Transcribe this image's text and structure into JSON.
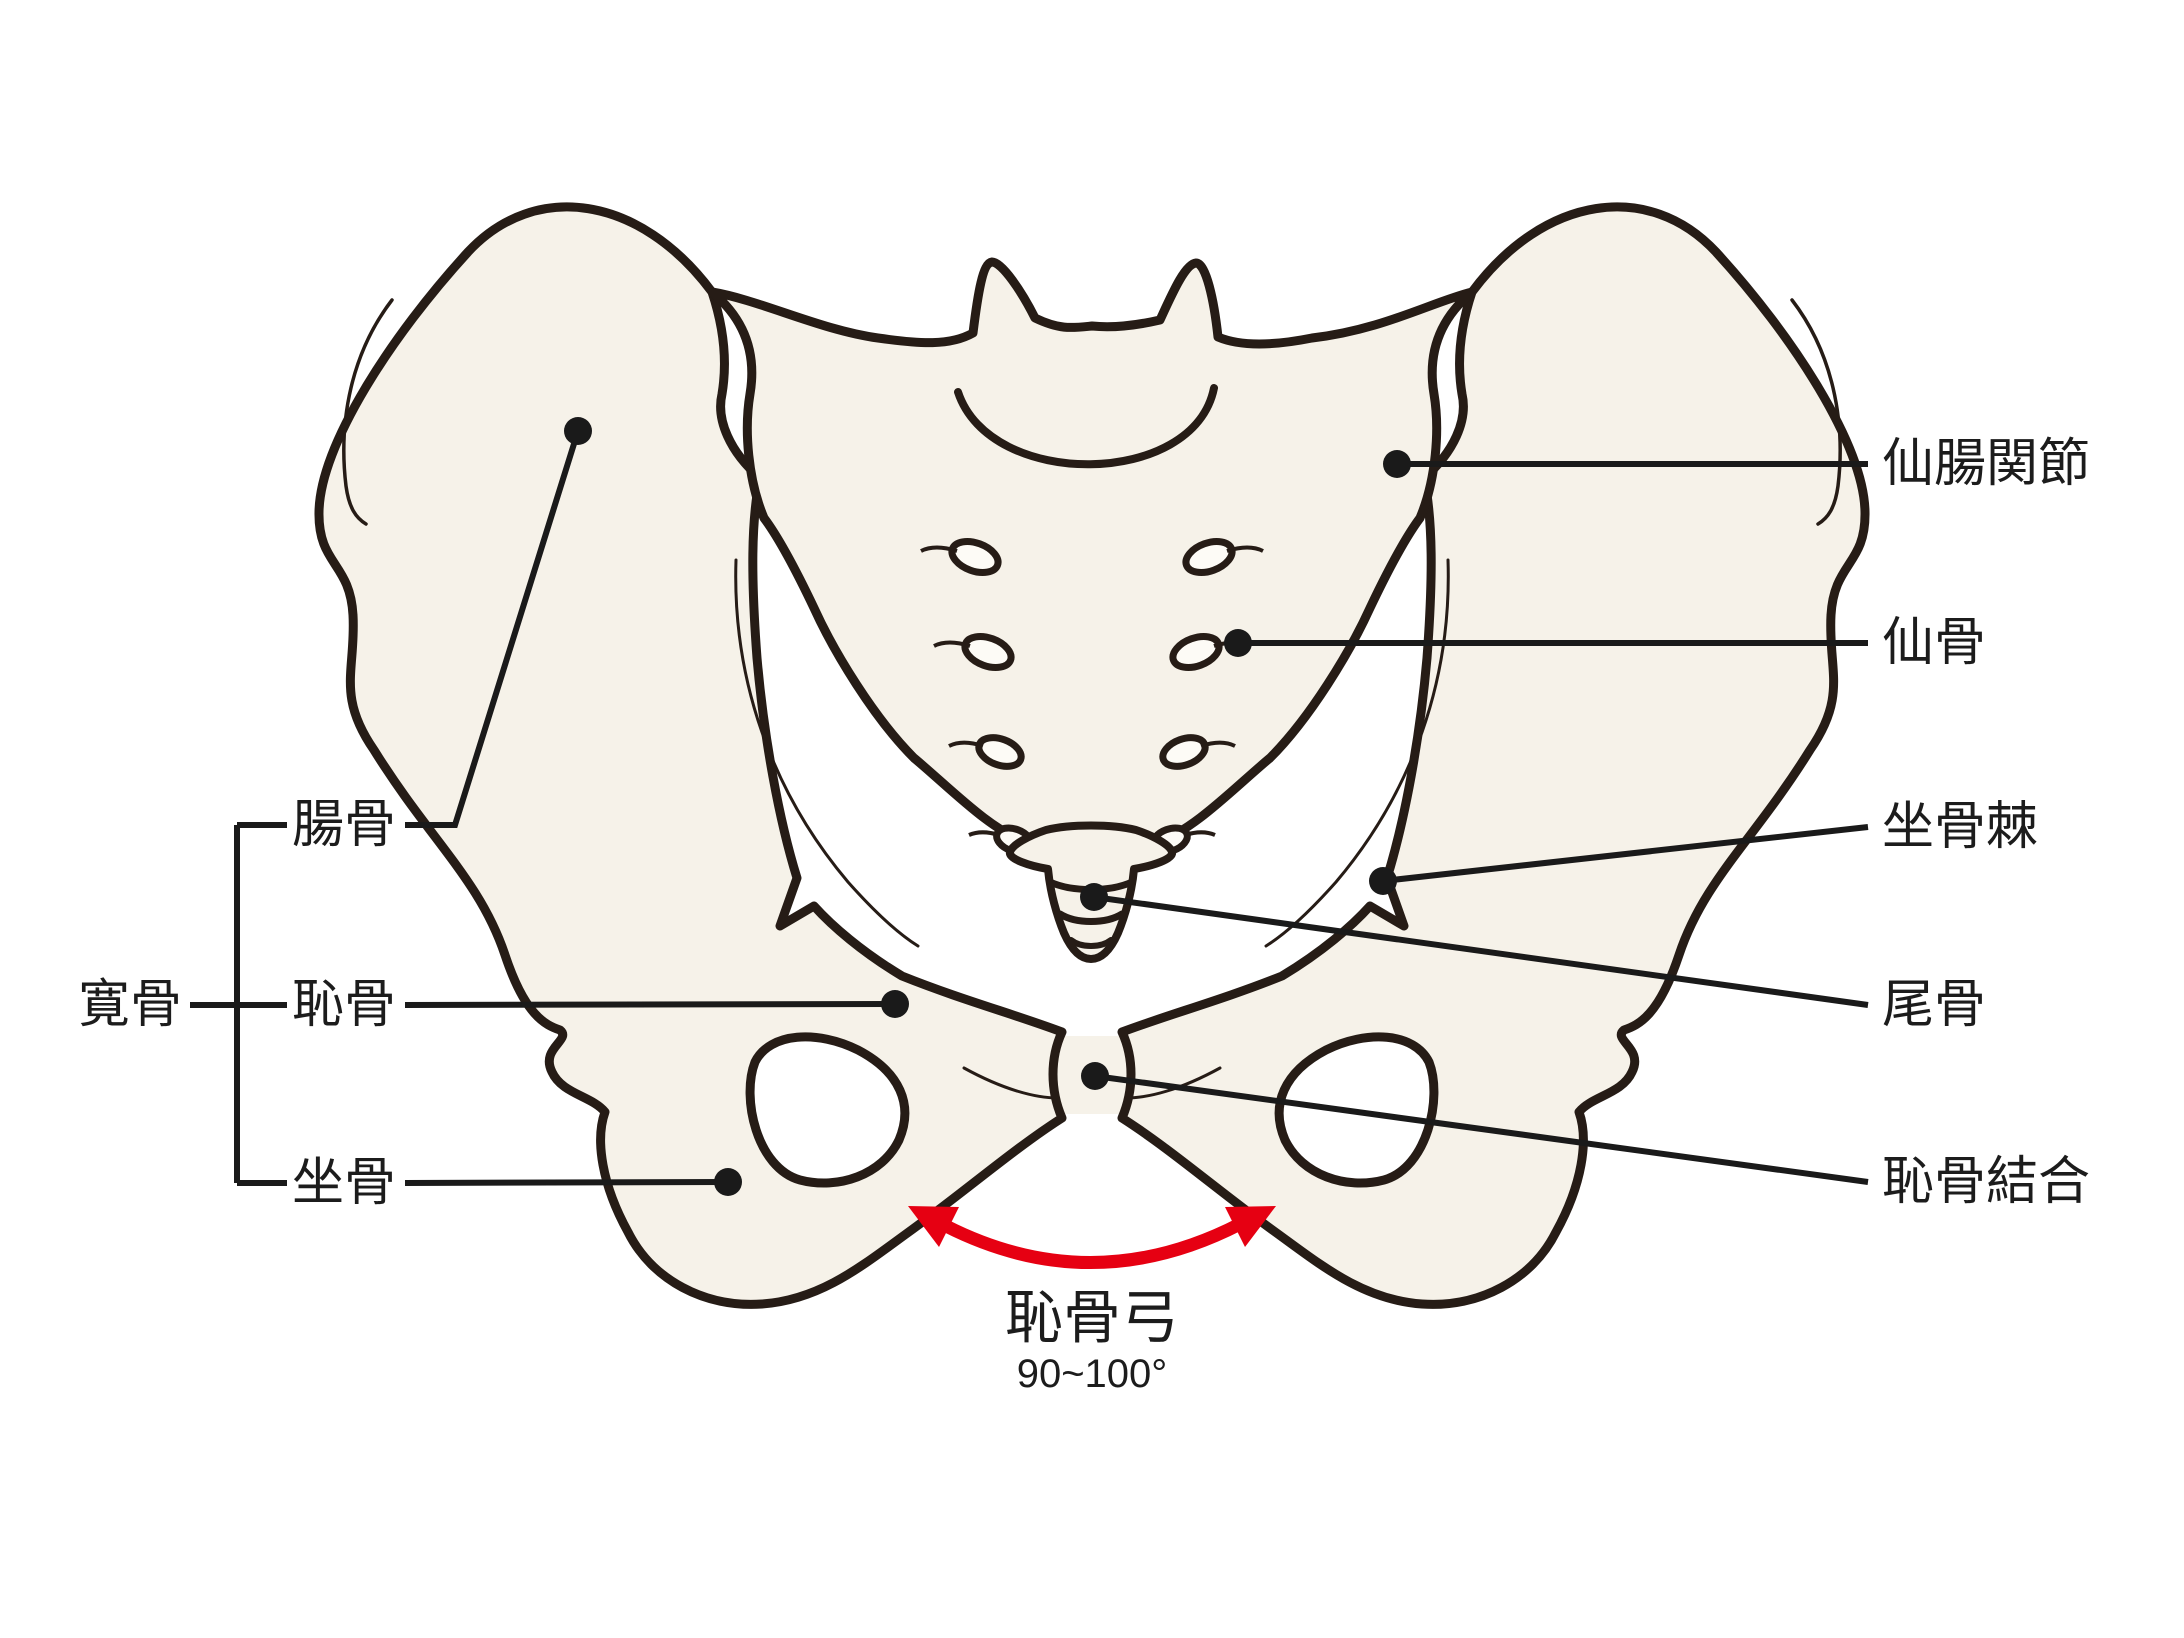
{
  "labels": {
    "sacroiliac_joint": {
      "text": "仙腸関節"
    },
    "sacrum": {
      "text": "仙骨"
    },
    "ischial_spine": {
      "text": "坐骨棘"
    },
    "coccyx": {
      "text": "尾骨"
    },
    "pubic_symphysis": {
      "text": "恥骨結合"
    },
    "hip_bone": {
      "text": "寛骨"
    },
    "ilium": {
      "text": "腸骨"
    },
    "pubis": {
      "text": "恥骨"
    },
    "ischium": {
      "text": "坐骨"
    },
    "pubic_arch": {
      "text": "恥骨弓"
    },
    "pubic_arch_angle": {
      "text": "90~100°"
    }
  },
  "colors": {
    "background": "#ffffff",
    "bone_fill": "#f6f2e9",
    "bone_outline": "#261c16",
    "callout_line": "#1a1a1a",
    "arrow_red": "#e60012",
    "label_text": "#1c1c1c"
  }
}
